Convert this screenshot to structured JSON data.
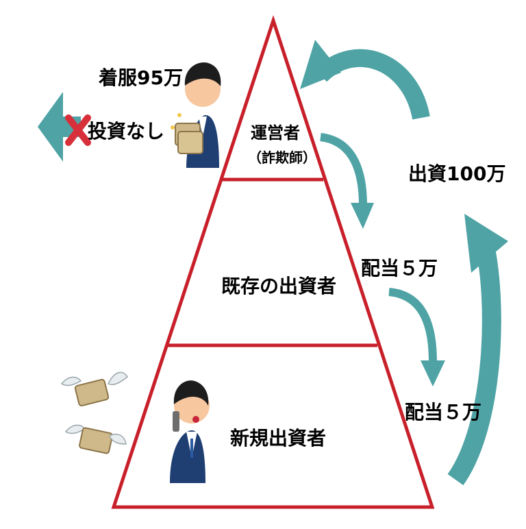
{
  "pyramid": {
    "operator_label": "運営者",
    "operator_note": "（詐欺師）",
    "existing_label": "既存の出資者",
    "new_label": "新規出資者"
  },
  "annotations": {
    "pocket": "着服95万",
    "no_invest": "投資なし",
    "investment": "出資100万",
    "dividend_1": "配当５万",
    "dividend_2": "配当５万"
  },
  "colors": {
    "pyramid_stroke": "#c8202a",
    "arrow": "#4fa3a5",
    "cross": "#d7303b",
    "suit": "#1f3f73",
    "money": "#bfa87a"
  }
}
